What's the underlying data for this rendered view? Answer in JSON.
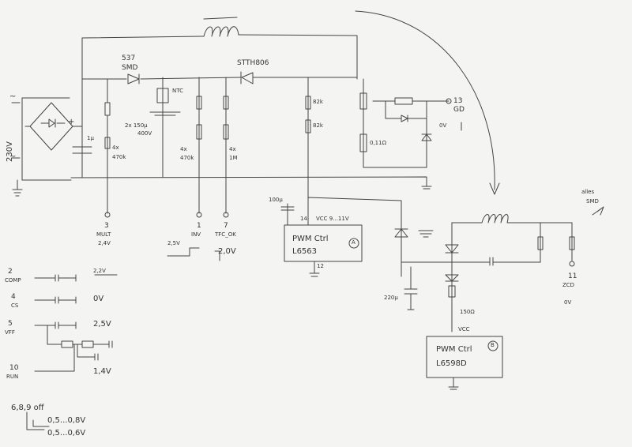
{
  "labels": {
    "mains_voltage": "230V",
    "ac_top": "~",
    "ac_bottom": "~",
    "bridge_plus": "+",
    "diode1": "537",
    "diode1_pkg": "SMD",
    "diode2": "STTH806",
    "ntc": "NTC",
    "bulk_cap_1": "2x 150µ",
    "bulk_cap_2": "400V",
    "input_cap": "1µ",
    "r_mult_1": "4x",
    "r_mult_2": "470k",
    "r_inv_1": "4x",
    "r_inv_2": "470k",
    "r_tfc_1": "4x",
    "r_tfc_2": "1M",
    "r_82k": "82k",
    "shunt": "0,11Ω",
    "pin13": "13",
    "gd": "GD",
    "gd_voltage": "0V",
    "pin3": "3",
    "mult": "MULT",
    "mult_voltage": "2,4V",
    "pin1": "1",
    "inv": "INV",
    "pin7": "7",
    "tfc": "TFC_OK",
    "inv_voltage": "2,5V",
    "tfc_voltage": "2,0V",
    "vcc_cap": "100µ",
    "pin14": "14",
    "vcc_range": "VCC 9...11V",
    "pin12": "12",
    "aux_cap": "220µ",
    "aux_res": "150Ω",
    "vcc": "VCC",
    "alles": "alles",
    "alles_smd": "SMD",
    "pin11": "11",
    "zcd": "ZCD",
    "zcd_voltage": "0V",
    "pin2": "2",
    "comp": "COMP",
    "comp_voltage": "2,2V",
    "pin4": "4",
    "cs": "CS",
    "cs_voltage": "0V",
    "pin5": "5",
    "vff": "VFF",
    "vff_voltage": "2,5V",
    "pin10": "10",
    "run": "RUN",
    "run_voltage": "1,4V"
  },
  "controllers": {
    "a": {
      "title": "PWM Ctrl",
      "part": "L6563",
      "badge": "A"
    },
    "b": {
      "title": "PWM Ctrl",
      "part": "L6598D",
      "badge": "B"
    }
  },
  "notes": {
    "off_pins": "6,8,9 off",
    "range_1": "0,5...0,8V",
    "range_2": "0,5...0,6V"
  }
}
